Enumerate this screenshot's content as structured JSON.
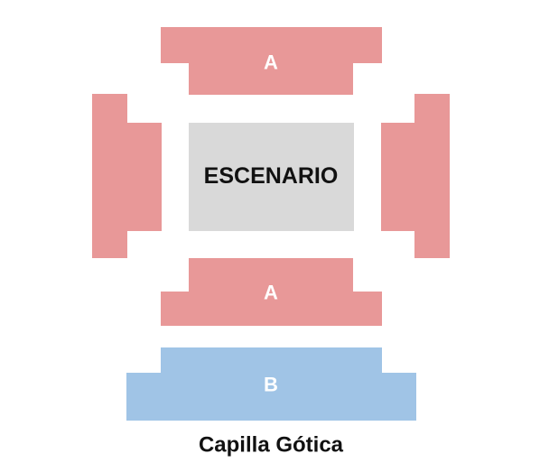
{
  "venue": {
    "name": "Capilla Gótica"
  },
  "stage": {
    "label": "ESCENARIO",
    "color": "#d9d9d9"
  },
  "sections": {
    "a_top": {
      "label": "A",
      "zone": "A",
      "color": "#e89898"
    },
    "a_bottom": {
      "label": "A",
      "zone": "A",
      "color": "#e89898"
    },
    "a_left": {
      "label": "",
      "zone": "A",
      "color": "#e89898"
    },
    "a_right": {
      "label": "",
      "zone": "A",
      "color": "#e89898"
    },
    "b_rear": {
      "label": "B",
      "zone": "B",
      "color": "#a0c4e6"
    }
  }
}
